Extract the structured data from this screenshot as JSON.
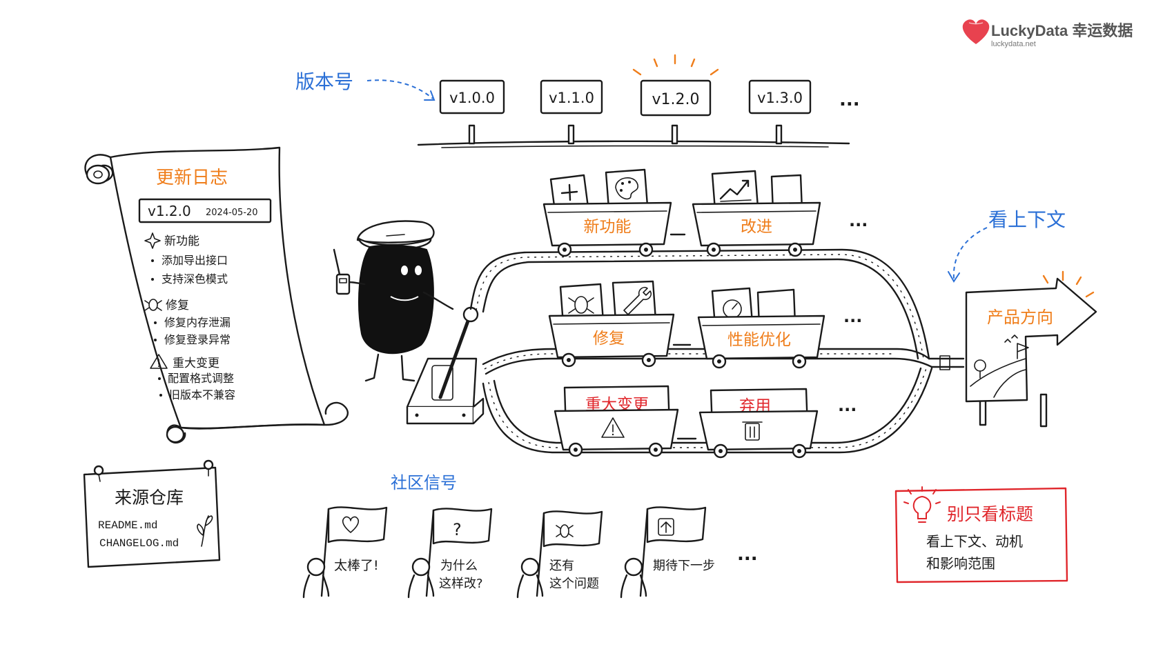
{
  "brand": {
    "name": "LuckyData 幸运数据",
    "url": "luckydata.net",
    "color": "#e8424f"
  },
  "colors": {
    "blue": "#2a6fd6",
    "orange": "#ef7d1a",
    "red": "#e0262b",
    "ink": "#1a1a1a"
  },
  "version_track": {
    "label": "版本号",
    "versions": [
      "v1.0.0",
      "v1.1.0",
      "v1.2.0",
      "v1.3.0"
    ],
    "more": "..."
  },
  "changelog": {
    "title": "更新日志",
    "version": "v1.2.0",
    "date": "2024-05-20",
    "sections": [
      {
        "icon": "sparkle-icon",
        "title": "新功能",
        "items": [
          "添加导出接口",
          "支持深色模式"
        ]
      },
      {
        "icon": "bug-icon",
        "title": "修复",
        "items": [
          "修复内存泄漏",
          "修复登录异常"
        ]
      },
      {
        "icon": "warning-icon",
        "title": "重大变更",
        "items": [
          "配置格式调整",
          "旧版本不兼容"
        ]
      }
    ]
  },
  "tracks": {
    "top": {
      "carts": [
        "新功能",
        "改进"
      ],
      "more": "..."
    },
    "middle": {
      "carts": [
        "修复",
        "性能优化"
      ],
      "more": "..."
    },
    "bottom": {
      "carts": [
        "重大变更",
        "弃用"
      ],
      "more": "..."
    }
  },
  "destination": {
    "context_label": "看上下文",
    "sign": "产品方向"
  },
  "source_repo": {
    "title": "来源仓库",
    "files": [
      "README.md",
      "CHANGELOG.md"
    ]
  },
  "community": {
    "title": "社区信号",
    "signals": [
      {
        "icon": "heart-icon",
        "lines": [
          "太棒了!"
        ]
      },
      {
        "icon": "question-icon",
        "lines": [
          "为什么",
          "这样改?"
        ]
      },
      {
        "icon": "bug-icon",
        "lines": [
          "还有",
          "这个问题"
        ]
      },
      {
        "icon": "arrow-up-icon",
        "lines": [
          "期待下一步"
        ]
      }
    ],
    "more": "..."
  },
  "tip": {
    "title": "别只看标题",
    "lines": [
      "看上下文、动机",
      "和影响范围"
    ]
  }
}
